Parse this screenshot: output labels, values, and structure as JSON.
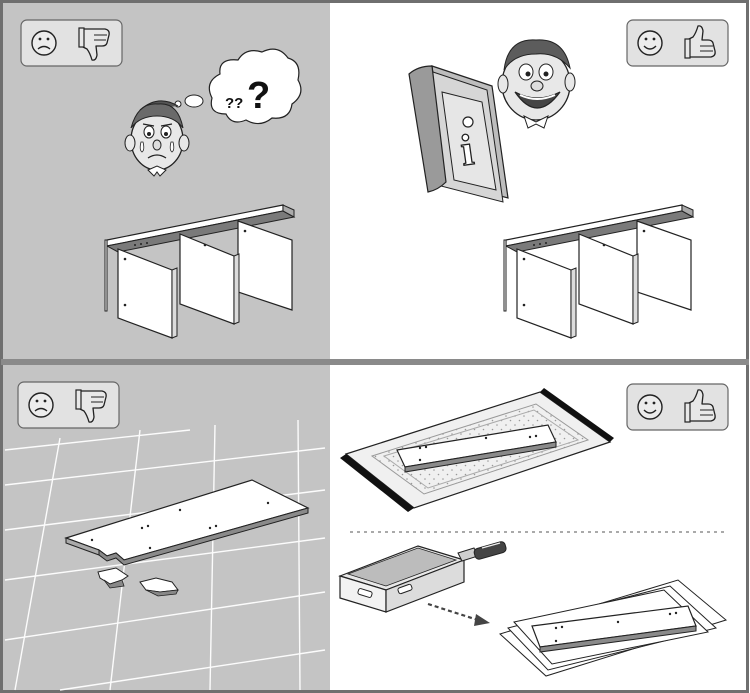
{
  "panels": [
    {
      "id": "top-left",
      "verdict": "wrong",
      "icons": [
        "sad-face-icon",
        "thumbs-down-icon"
      ],
      "background": "#c4c4c4"
    },
    {
      "id": "top-right",
      "verdict": "correct",
      "icons": [
        "happy-face-icon",
        "thumbs-up-icon"
      ],
      "background": "#ffffff"
    },
    {
      "id": "bottom-left",
      "verdict": "wrong",
      "icons": [
        "sad-face-icon",
        "thumbs-down-icon"
      ],
      "background": "#c4c4c4"
    },
    {
      "id": "bottom-right",
      "verdict": "correct",
      "icons": [
        "happy-face-icon",
        "thumbs-up-icon"
      ],
      "background": "#ffffff"
    }
  ],
  "thought_bubble": {
    "small_marks": "??",
    "big_mark": "?"
  },
  "manual_cover": {
    "letter": "i"
  },
  "colors": {
    "wrong_panel": "#c4c4c4",
    "correct_panel": "#ffffff",
    "badge_fill": "#e2e2e2",
    "frame": "#6f6f6f",
    "ink": "#222222"
  }
}
